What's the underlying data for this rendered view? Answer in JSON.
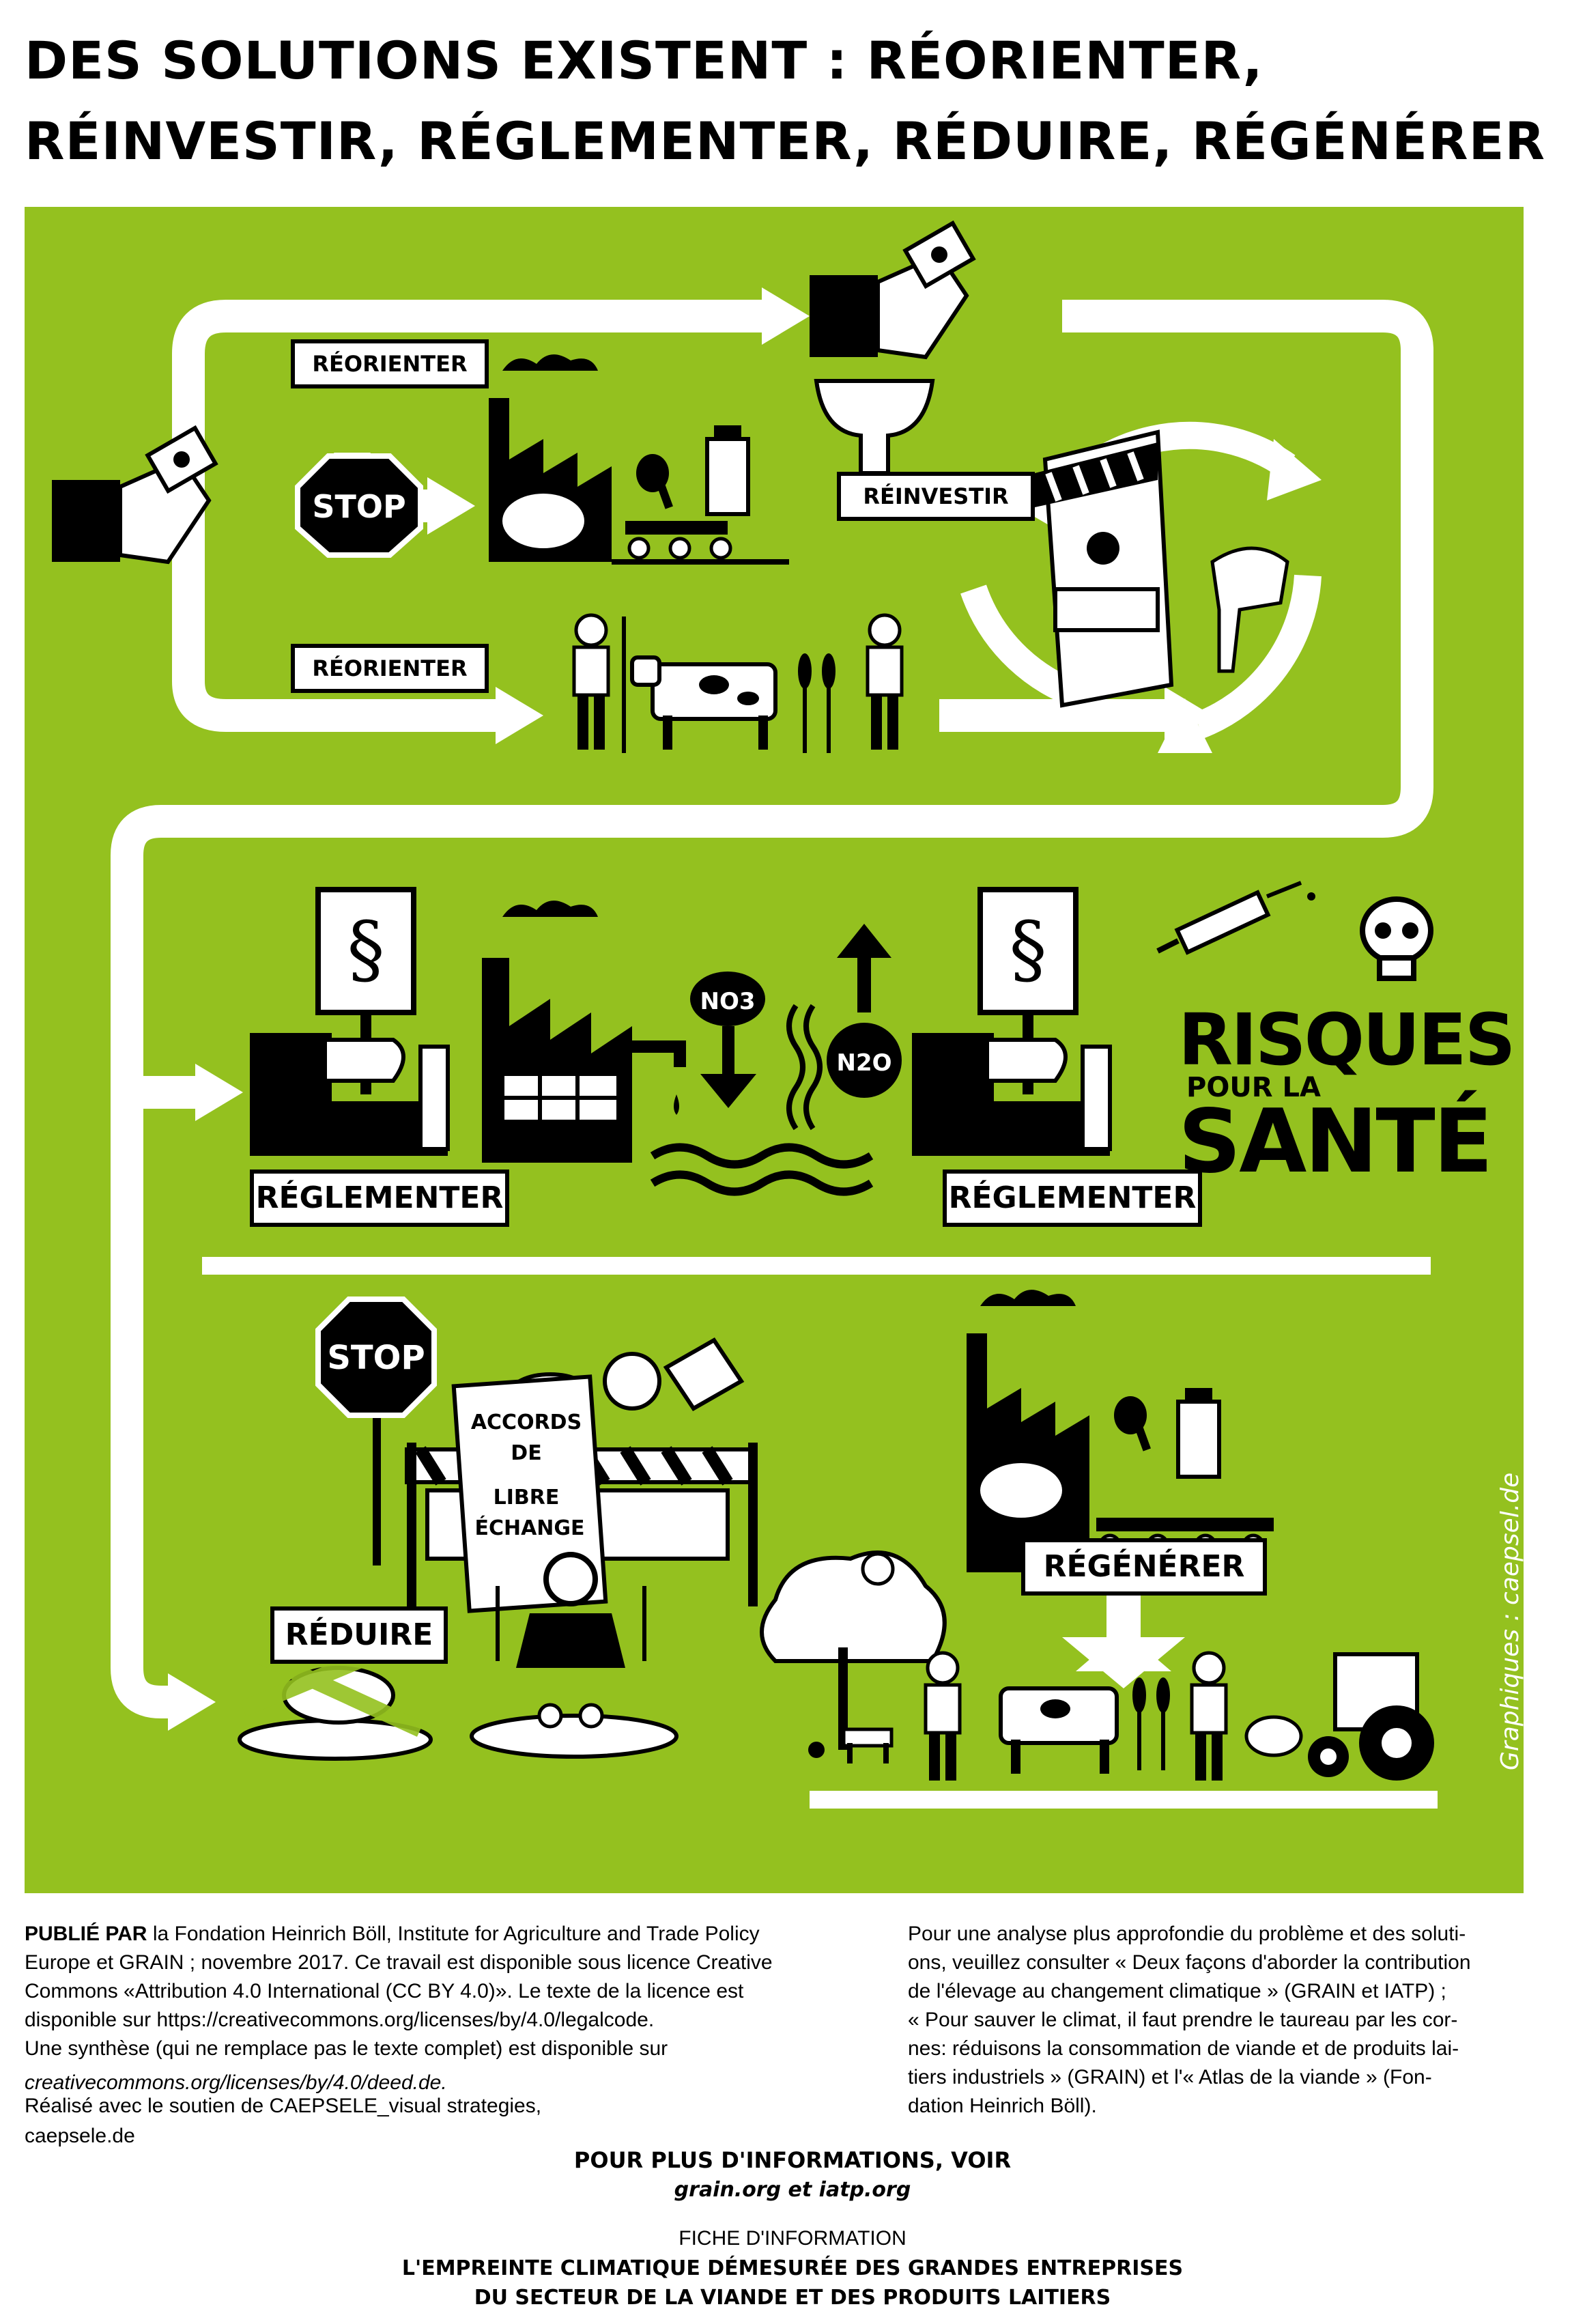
{
  "title": {
    "line1": "DES SOLUTIONS EXISTENT : RÉORIENTER,",
    "line2": "RÉINVESTIR, RÉGLEMENTER, RÉDUIRE, RÉGÉNÉRER"
  },
  "labels": {
    "reorienter_top": "RÉORIENTER",
    "reorienter_bottom": "RÉORIENTER",
    "stop_top": "STOP",
    "reinvestir": "RÉINVESTIR",
    "no3": "NO3",
    "n2o": "N2O",
    "reglementer_1": "RÉGLEMENTER",
    "reglementer_2": "RÉGLEMENTER",
    "risques_1": "RISQUES",
    "risques_2": "POUR LA",
    "risques_3": "SANTÉ",
    "stop_bottom": "STOP",
    "accords_1": "ACCORDS",
    "accords_2": "DE",
    "accords_3": "LIBRE",
    "accords_4": "ÉCHANGE",
    "regenerer": "RÉGÉNÉRER",
    "reduire": "RÉDUIRE",
    "section": "§"
  },
  "graphics_credit": "Graphiques : caepsel.de",
  "footer": {
    "published_label": "PUBLIÉ PAR",
    "published_text": "la Fondation Heinrich Böll, Institute for Agriculture and Trade Policy",
    "left_lines": [
      "Europe et GRAIN  ; novembre 2017. Ce travail est disponible sous licence Creative",
      "Commons «Attribution 4.0 International (CC BY 4.0)». Le texte de la licence est",
      " disponible sur https://creativecommons.org/licenses/by/4.0/legalcode.",
      "Une synthèse (qui ne remplace pas le texte complet) est disponible sur"
    ],
    "left_link": "creativecommons.org/licenses/by/4.0/deed.de.",
    "left_lines2": [
      "Réalisé avec le soutien de  CAEPSELE_visual strategies,",
      "caepsele.de"
    ],
    "right_lines": [
      "Pour une analyse plus approfondie du problème et des soluti-",
      "ons, veuillez consulter «  Deux façons d'aborder la contribution",
      "de l'élevage au changement climatique  » (GRAIN et IATP)  ;",
      "«  Pour sauver le climat, il faut prendre le taureau par les cor-",
      "nes: réduisons la consommation de viande et de produits lai-",
      "tiers  industriels  » (GRAIN) et l'«  Atlas de la viande  » (Fon-",
      "dation Heinrich Böll)."
    ],
    "more_info": "POUR PLUS D'INFORMATIONS, VOIR",
    "more_info_links": "grain.org et iatp.org",
    "fiche": "FICHE D'INFORMATION",
    "fiche_title1": "L'EMPREINTE CLIMATIQUE DÉMESURÉE DES GRANDES ENTREPRISES",
    "fiche_title2": "DU SECTEUR DE LA VIANDE ET DES PRODUITS LAITIERS"
  },
  "colors": {
    "panel_green": "#94c11f",
    "ink": "#000000",
    "paper": "#ffffff"
  }
}
